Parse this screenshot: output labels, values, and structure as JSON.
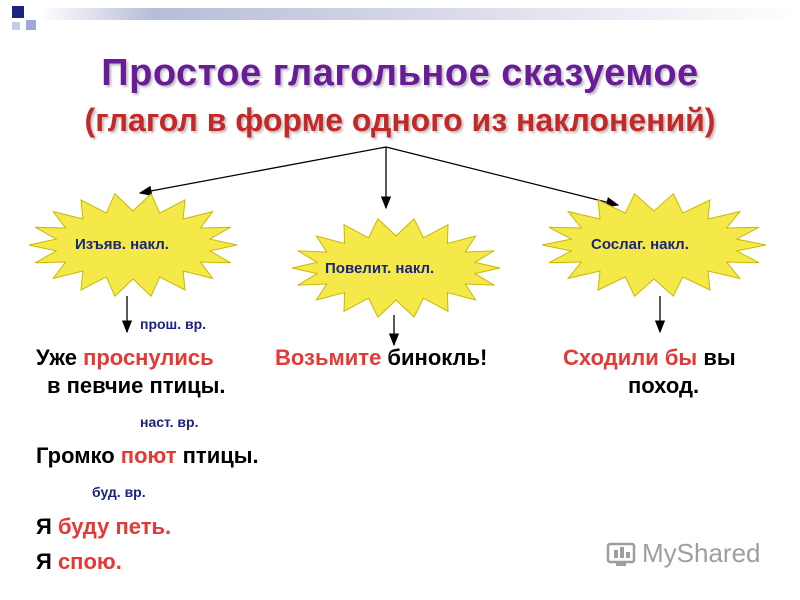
{
  "title": "Простое глагольное сказуемое",
  "subtitle": "(глагол в форме одного из наклонений)",
  "moods": [
    {
      "label": "Изъяв. накл."
    },
    {
      "label": "Повелит. накл."
    },
    {
      "label": "Сослаг. накл."
    }
  ],
  "tenses": {
    "past": "прош. вр.",
    "present": "наст. вр.",
    "future": "буд. вр."
  },
  "examples": {
    "past": {
      "a": "Уже ",
      "b": "проснулись",
      "c": "в певчие птицы."
    },
    "imperative": {
      "a": "Возьмите",
      "b": " бинокль!"
    },
    "conditional": {
      "a": "Сходили бы",
      "b": " вы",
      "c": "поход."
    },
    "present": {
      "a": "Громко ",
      "b": "поют",
      "c": " птицы."
    },
    "future1": {
      "a": "Я ",
      "b": "буду петь."
    },
    "future2": {
      "a": "Я ",
      "b": "спою."
    }
  },
  "watermark": "MyShared",
  "colors": {
    "title": "#6a1b9a",
    "paren": "#c62828",
    "burst": "#f5e94a",
    "label": "#1a237e",
    "highlight": "#e53935"
  }
}
